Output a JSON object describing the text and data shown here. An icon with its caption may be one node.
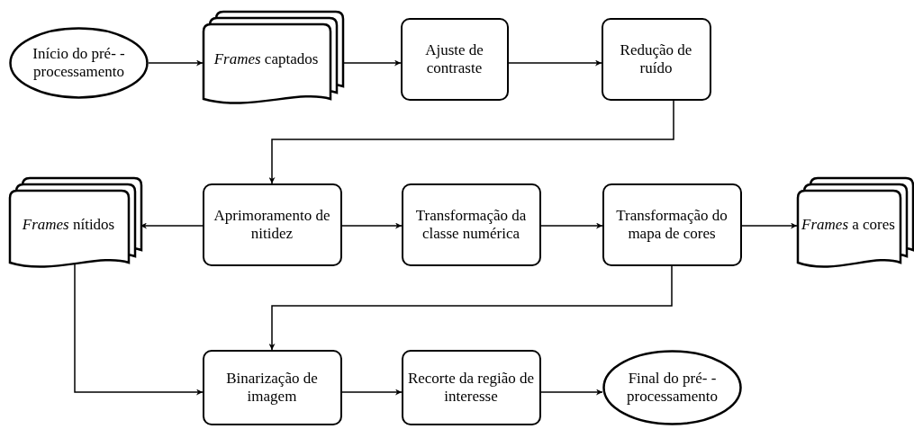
{
  "diagram": {
    "nodes": [
      {
        "text": [
          "Início do pré- -processamento"
        ]
      },
      {
        "text": [
          "*Frames* captados"
        ]
      },
      {
        "text": [
          "Ajuste de contraste"
        ]
      },
      {
        "text": [
          "Redução de ruído"
        ]
      },
      {
        "text": [
          "*Frames* nítidos"
        ]
      },
      {
        "text": [
          "Aprimoramento de nitidez"
        ]
      },
      {
        "text": [
          "Transformação da classe numérica"
        ]
      },
      {
        "text": [
          "Transformação do mapa de cores"
        ]
      },
      {
        "text": [
          "*Frames* a cores"
        ]
      },
      {
        "text": [
          "Binarização de imagem"
        ]
      },
      {
        "text": [
          "Recorte da região de interesse"
        ]
      },
      {
        "text": [
          "Final do pré- -processamento"
        ]
      }
    ],
    "edges": [
      {
        "from": 0,
        "to": 1,
        "arrow": "to"
      },
      {
        "from": 1,
        "to": 2,
        "arrow": "to"
      },
      {
        "from": 2,
        "to": 3,
        "arrow": "to"
      },
      {
        "from": 3,
        "to": 5,
        "arrow": "to"
      },
      {
        "from": 5,
        "to": 4,
        "arrow": "to"
      },
      {
        "from": 5,
        "to": 6,
        "arrow": "to"
      },
      {
        "from": 6,
        "to": 7,
        "arrow": "to"
      },
      {
        "from": 7,
        "to": 8,
        "arrow": "to"
      },
      {
        "from": 7,
        "to": 9,
        "arrow": "to"
      },
      {
        "from": 4,
        "to": 9,
        "arrow": "to"
      },
      {
        "from": 9,
        "to": 10,
        "arrow": "to"
      },
      {
        "from": 10,
        "to": 11,
        "arrow": "to"
      }
    ]
  }
}
